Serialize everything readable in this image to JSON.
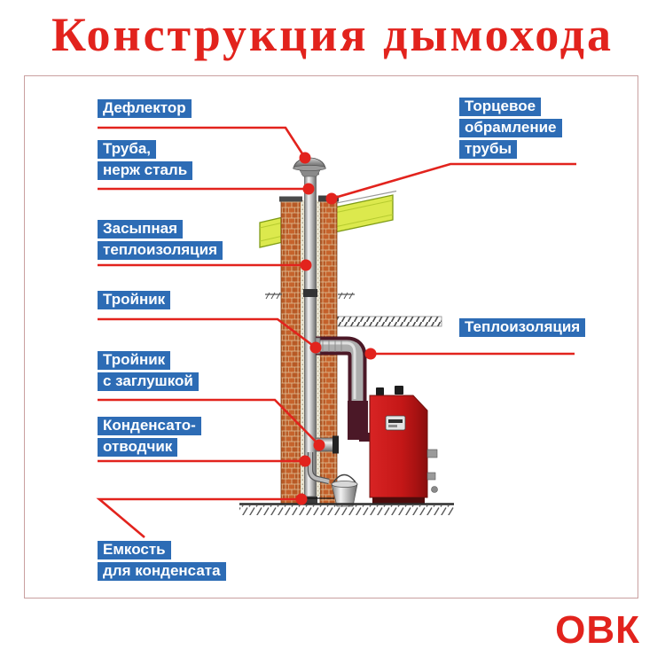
{
  "title": "Конструкция дымохода",
  "logo": "ОВК",
  "colors": {
    "accent_red": "#e2231d",
    "label_blue": "#2d6cb5",
    "brick_orange": "#c4602a",
    "roof_panel_green": "#dce94d",
    "boiler_red": "#c41717",
    "insulation_shell_maroon": "#4b1827",
    "frame_border": "#c9a0a0"
  },
  "labels": [
    {
      "id": "deflector",
      "lines": [
        "Дефлектор"
      ]
    },
    {
      "id": "pipe-stainless",
      "lines": [
        "Труба,",
        "нерж сталь"
      ]
    },
    {
      "id": "backfill-insulation",
      "lines": [
        "Засыпная",
        "теплоизоляция"
      ]
    },
    {
      "id": "tee",
      "lines": [
        "Тройник"
      ]
    },
    {
      "id": "tee-with-plug",
      "lines": [
        "Тройник",
        "с заглушкой"
      ]
    },
    {
      "id": "condensate-trap",
      "lines": [
        "Конденсато-",
        "отводчик"
      ]
    },
    {
      "id": "condensate-tank",
      "lines": [
        "Емкость",
        "для конденсата"
      ]
    },
    {
      "id": "pipe-end-framing",
      "lines": [
        "Торцевое",
        "обрамление",
        "трубы"
      ]
    },
    {
      "id": "thermal-insulation",
      "lines": [
        "Теплоизоляция"
      ]
    }
  ]
}
